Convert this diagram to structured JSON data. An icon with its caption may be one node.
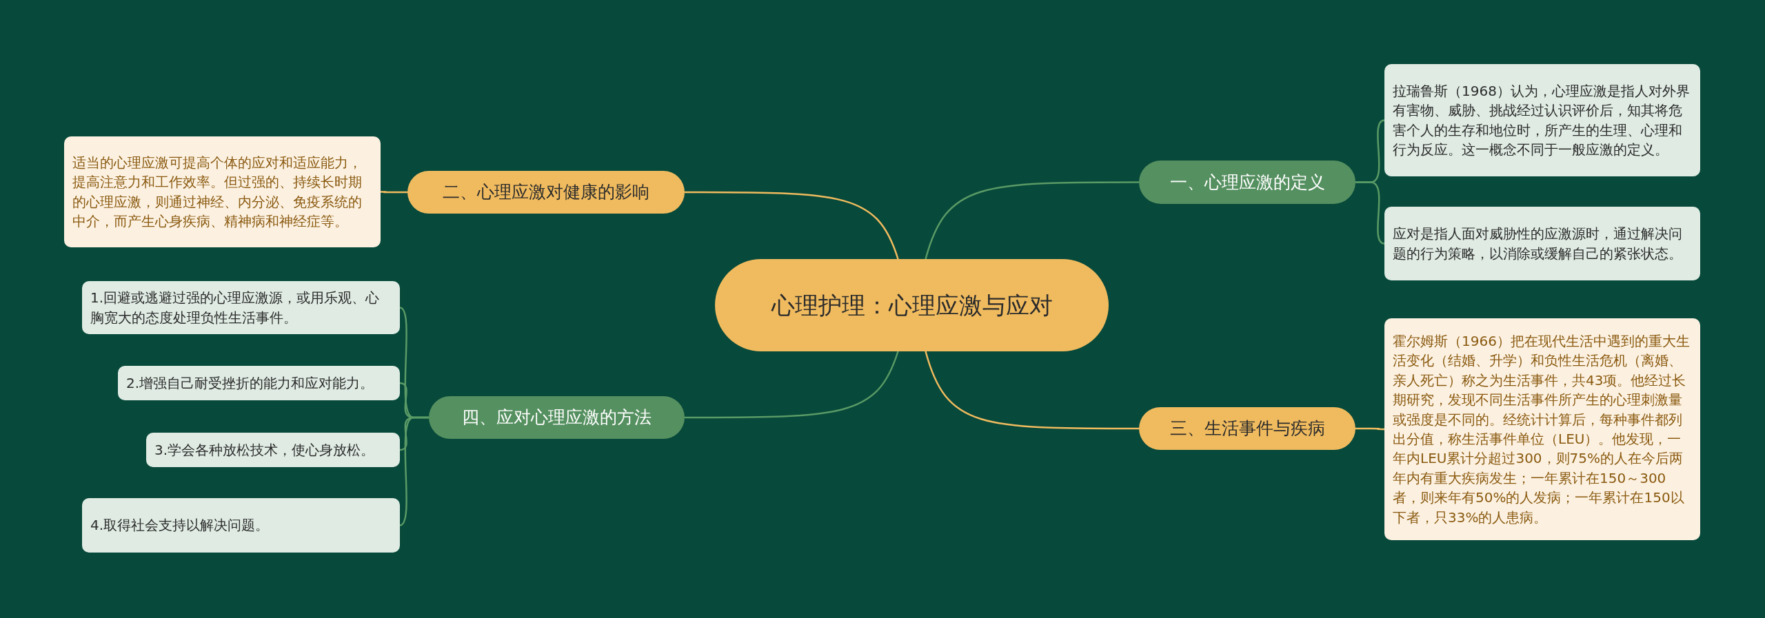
{
  "diagram": {
    "nodes": [
      {
        "text": [
          "心理护理：心理应激与应对"
        ]
      },
      {
        "text": [
          "二、心理应激对健康的影响"
        ]
      },
      {
        "text": [
          "适当的心理应激可提高个体的应对和适应能力，提高注意力和工作效率。但过强的、持续长时期的心理应激，则通过神经、内分泌、免疫系统的中介，而产生心身疾病、精神病和神经症等。"
        ]
      },
      {
        "text": [
          "四、应对心理应激的方法"
        ]
      },
      {
        "text": [
          "1.回避或逃避过强的心理应激源，或用乐观、心胸宽大的态度处理负性生活事件。"
        ]
      },
      {
        "text": [
          "2.增强自己耐受挫折的能力和应对能力。"
        ]
      },
      {
        "text": [
          "3.学会各种放松技术，使心身放松。"
        ]
      },
      {
        "text": [
          "4.取得社会支持以解决问题。"
        ]
      },
      {
        "text": [
          "一、心理应激的定义"
        ]
      },
      {
        "text": [
          "拉瑞鲁斯（1968）认为，心理应激是指人对外界有害物、威胁、挑战经过认识评价后，知其将危害个人的生存和地位时，所产生的生理、心理和行为反应。这一概念不同于一般应激的定义。"
        ]
      },
      {
        "text": [
          "应对是指人面对威胁性的应激源时，通过解决问题的行为策略，以消除或缓解自己的紧张状态。"
        ]
      },
      {
        "text": [
          "三、生活事件与疾病"
        ]
      },
      {
        "text": [
          "霍尔姆斯（1966）把在现代生活中遇到的重大生活变化（结婚、升学）和负性生活危机（离婚、亲人死亡）称之为生活事件，共43项。他经过长期研究，发现不同生活事件所产生的心理刺激量或强度是不同的。经统计计算后，每种事件都列出分值，称生活事件单位（LEU）。他发现，一年内LEU累计分超过300，则75%的人在今后两年内有重大疾病发生；一年累计在150～300者，则来年有50%的人发病；一年累计在150以下者，只33%的人患病。"
        ]
      }
    ],
    "edges": [
      {
        "from": 0,
        "to": 1,
        "arrow": "none",
        "color": "#f0bb5f"
      },
      {
        "from": 1,
        "to": 2,
        "arrow": "none",
        "color": "#f0bb5f"
      },
      {
        "from": 0,
        "to": 3,
        "arrow": "none"
      },
      {
        "from": 3,
        "to": 4,
        "arrow": "none"
      },
      {
        "from": 3,
        "to": 5,
        "arrow": "none"
      },
      {
        "from": 3,
        "to": 6,
        "arrow": "none"
      },
      {
        "from": 3,
        "to": 7,
        "arrow": "none"
      },
      {
        "from": 0,
        "to": 8,
        "arrow": "none"
      },
      {
        "from": 8,
        "to": 9,
        "arrow": "none"
      },
      {
        "from": 8,
        "to": 10,
        "arrow": "none"
      },
      {
        "from": 0,
        "to": 11,
        "arrow": "none",
        "color": "#f0bb5f"
      },
      {
        "from": 11,
        "to": 12,
        "arrow": "none",
        "color": "#f0bb5f"
      }
    ]
  }
}
